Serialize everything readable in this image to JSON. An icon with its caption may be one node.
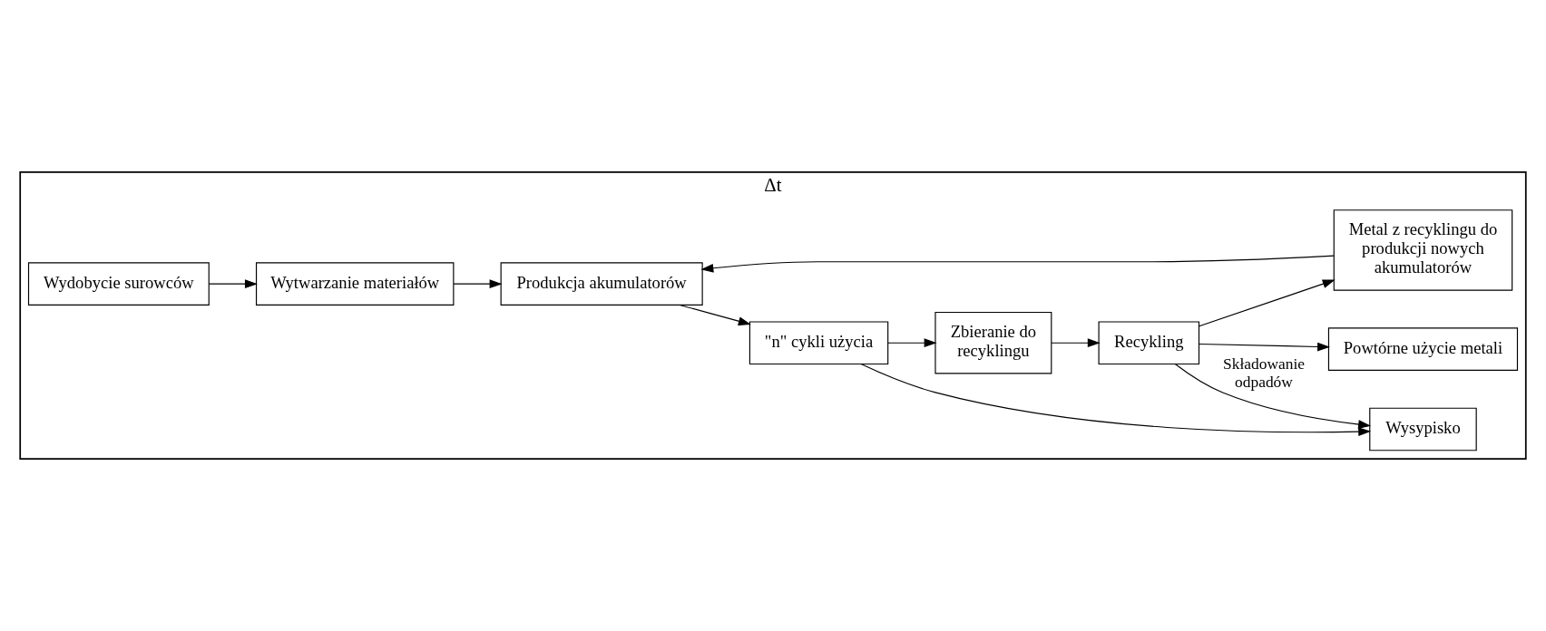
{
  "diagram": {
    "nodes": [
      {
        "text": [
          "Δt"
        ]
      },
      {
        "text": [
          "Wydobycie surowców"
        ],
        "in": 0
      },
      {
        "text": [
          "Wytwarzanie materiałów"
        ],
        "in": 0
      },
      {
        "text": [
          "Produkcja akumulatorów"
        ],
        "in": 0
      },
      {
        "text": [
          "\"n\" cykli użycia"
        ],
        "in": 0
      },
      {
        "text": [
          "Wysypisko"
        ],
        "in": 0
      },
      {
        "text": [
          "Zbieranie do recyklingu"
        ],
        "in": 0
      },
      {
        "text": [
          "Metal z recyklingu do produkcji nowych akumulatorów"
        ],
        "in": 0
      },
      {
        "text": [
          "Recykling"
        ],
        "in": 0
      },
      {
        "text": [
          "Powtórne użycie metali"
        ],
        "in": 0
      }
    ],
    "edges": [
      {
        "from": 1,
        "to": 2,
        "arrow": "to"
      },
      {
        "from": 2,
        "to": 3,
        "arrow": "to"
      },
      {
        "from": 3,
        "to": 4,
        "arrow": "to"
      },
      {
        "from": 4,
        "to": 5,
        "arrow": "to"
      },
      {
        "from": 4,
        "to": 6,
        "arrow": "to"
      },
      {
        "from": 6,
        "to": 8,
        "arrow": "to"
      },
      {
        "from": 8,
        "to": 7,
        "arrow": "to"
      },
      {
        "from": 7,
        "to": 3,
        "arrow": "to"
      },
      {
        "from": 8,
        "to": 9,
        "arrow": "to"
      },
      {
        "from": 8,
        "to": 5,
        "arrow": "to",
        "label": "Składowanie odpadów"
      }
    ]
  }
}
